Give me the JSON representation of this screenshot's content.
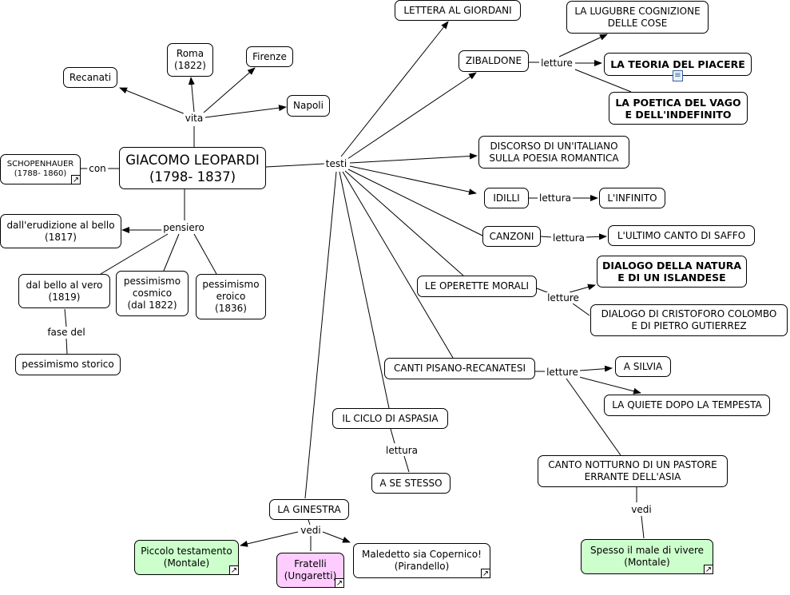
{
  "colors": {
    "green": "#ccffcc",
    "pink": "#ffccff",
    "line": "#000000"
  },
  "icons": {
    "link": "arrow-link-icon",
    "note": "note-icon"
  },
  "nodes": {
    "main": "GIACOMO LEOPARDI\n(1798- 1837)",
    "recanati": "Recanati",
    "roma": "Roma\n(1822)",
    "firenze": "Firenze",
    "napoli": "Napoli",
    "schopenhauer": "SCHOPENHAUER\n(1788- 1860)",
    "erudizione": "dall'erudizione al bello\n(1817)",
    "bello_vero": "dal bello al vero\n(1819)",
    "cosmico": "pessimismo\ncosmico\n(dal 1822)",
    "eroico": "pessimismo\neroico\n(1836)",
    "storico": "pessimismo storico",
    "giordani": "LETTERA AL GIORDANI",
    "zibaldone": "ZIBALDONE",
    "lugubre": "LA LUGUBRE COGNIZIONE\nDELLE COSE",
    "piacere": "LA TEORIA DEL PIACERE",
    "vago": "LA POETICA DEL VAGO\nE DELL'INDEFINITO",
    "discorso": "DISCORSO DI UN'ITALIANO\nSULLA POESIA ROMANTICA",
    "idilli": "IDILLI",
    "infinito": "L'INFINITO",
    "canzoni": "CANZONI",
    "saffo": "L'ULTIMO CANTO DI SAFFO",
    "operette": "LE OPERETTE MORALI",
    "dialogo_natura": "DIALOGO DELLA NATURA\nE DI UN ISLANDESE",
    "dialogo_colombo": "DIALOGO DI CRISTOFORO COLOMBO\nE DI PIETRO GUTIERREZ",
    "canti": "CANTI PISANO-RECANATESI",
    "silvia": "A SILVIA",
    "quiete": "LA QUIETE DOPO LA TEMPESTA",
    "canto_notturno": "CANTO NOTTURNO DI UN PASTORE\nERRANTE DELL'ASIA",
    "aspasia": "IL CICLO DI ASPASIA",
    "se_stesso": "A SE STESSO",
    "ginestra": "LA GINESTRA",
    "piccolo": "Piccolo testamento\n(Montale)",
    "fratelli": "Fratelli\n(Ungaretti)",
    "copernico": "Maledetto sia Copernico!\n(Pirandello)",
    "spesso": "Spesso il male di vivere\n(Montale)"
  },
  "labels": {
    "vita": "vita",
    "con": "con",
    "pensiero": "pensiero",
    "fase_del": "fase del",
    "testi": "testi",
    "letture_zib": "letture",
    "lettura_idilli": "lettura",
    "lettura_canzoni": "lettura",
    "letture_operette": "letture",
    "letture_canti": "letture",
    "lettura_aspasia": "lettura",
    "vedi_ginestra": "vedi",
    "vedi_canto": "vedi"
  }
}
